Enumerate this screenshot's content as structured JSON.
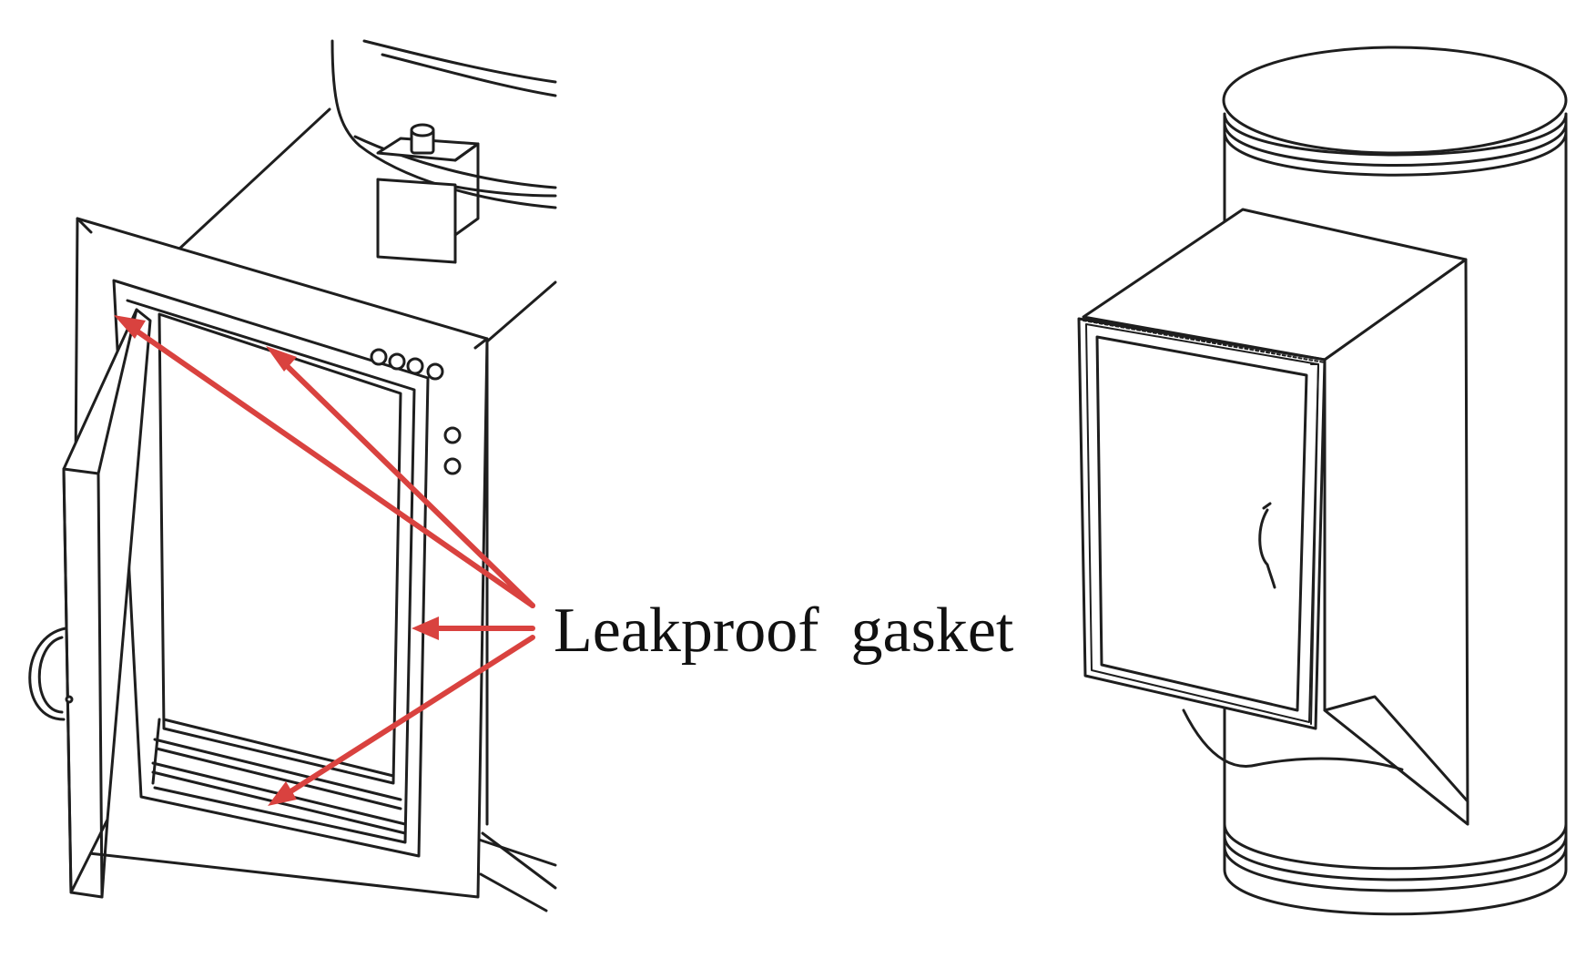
{
  "annotation": {
    "label": "Leakproof  gasket",
    "arrow_color": "#d9423f"
  },
  "figure": {
    "left": {
      "subject": "chamber-with-open-door",
      "arrow_count": 4
    },
    "right": {
      "subject": "cylindrical-chamber-with-closed-door"
    }
  }
}
